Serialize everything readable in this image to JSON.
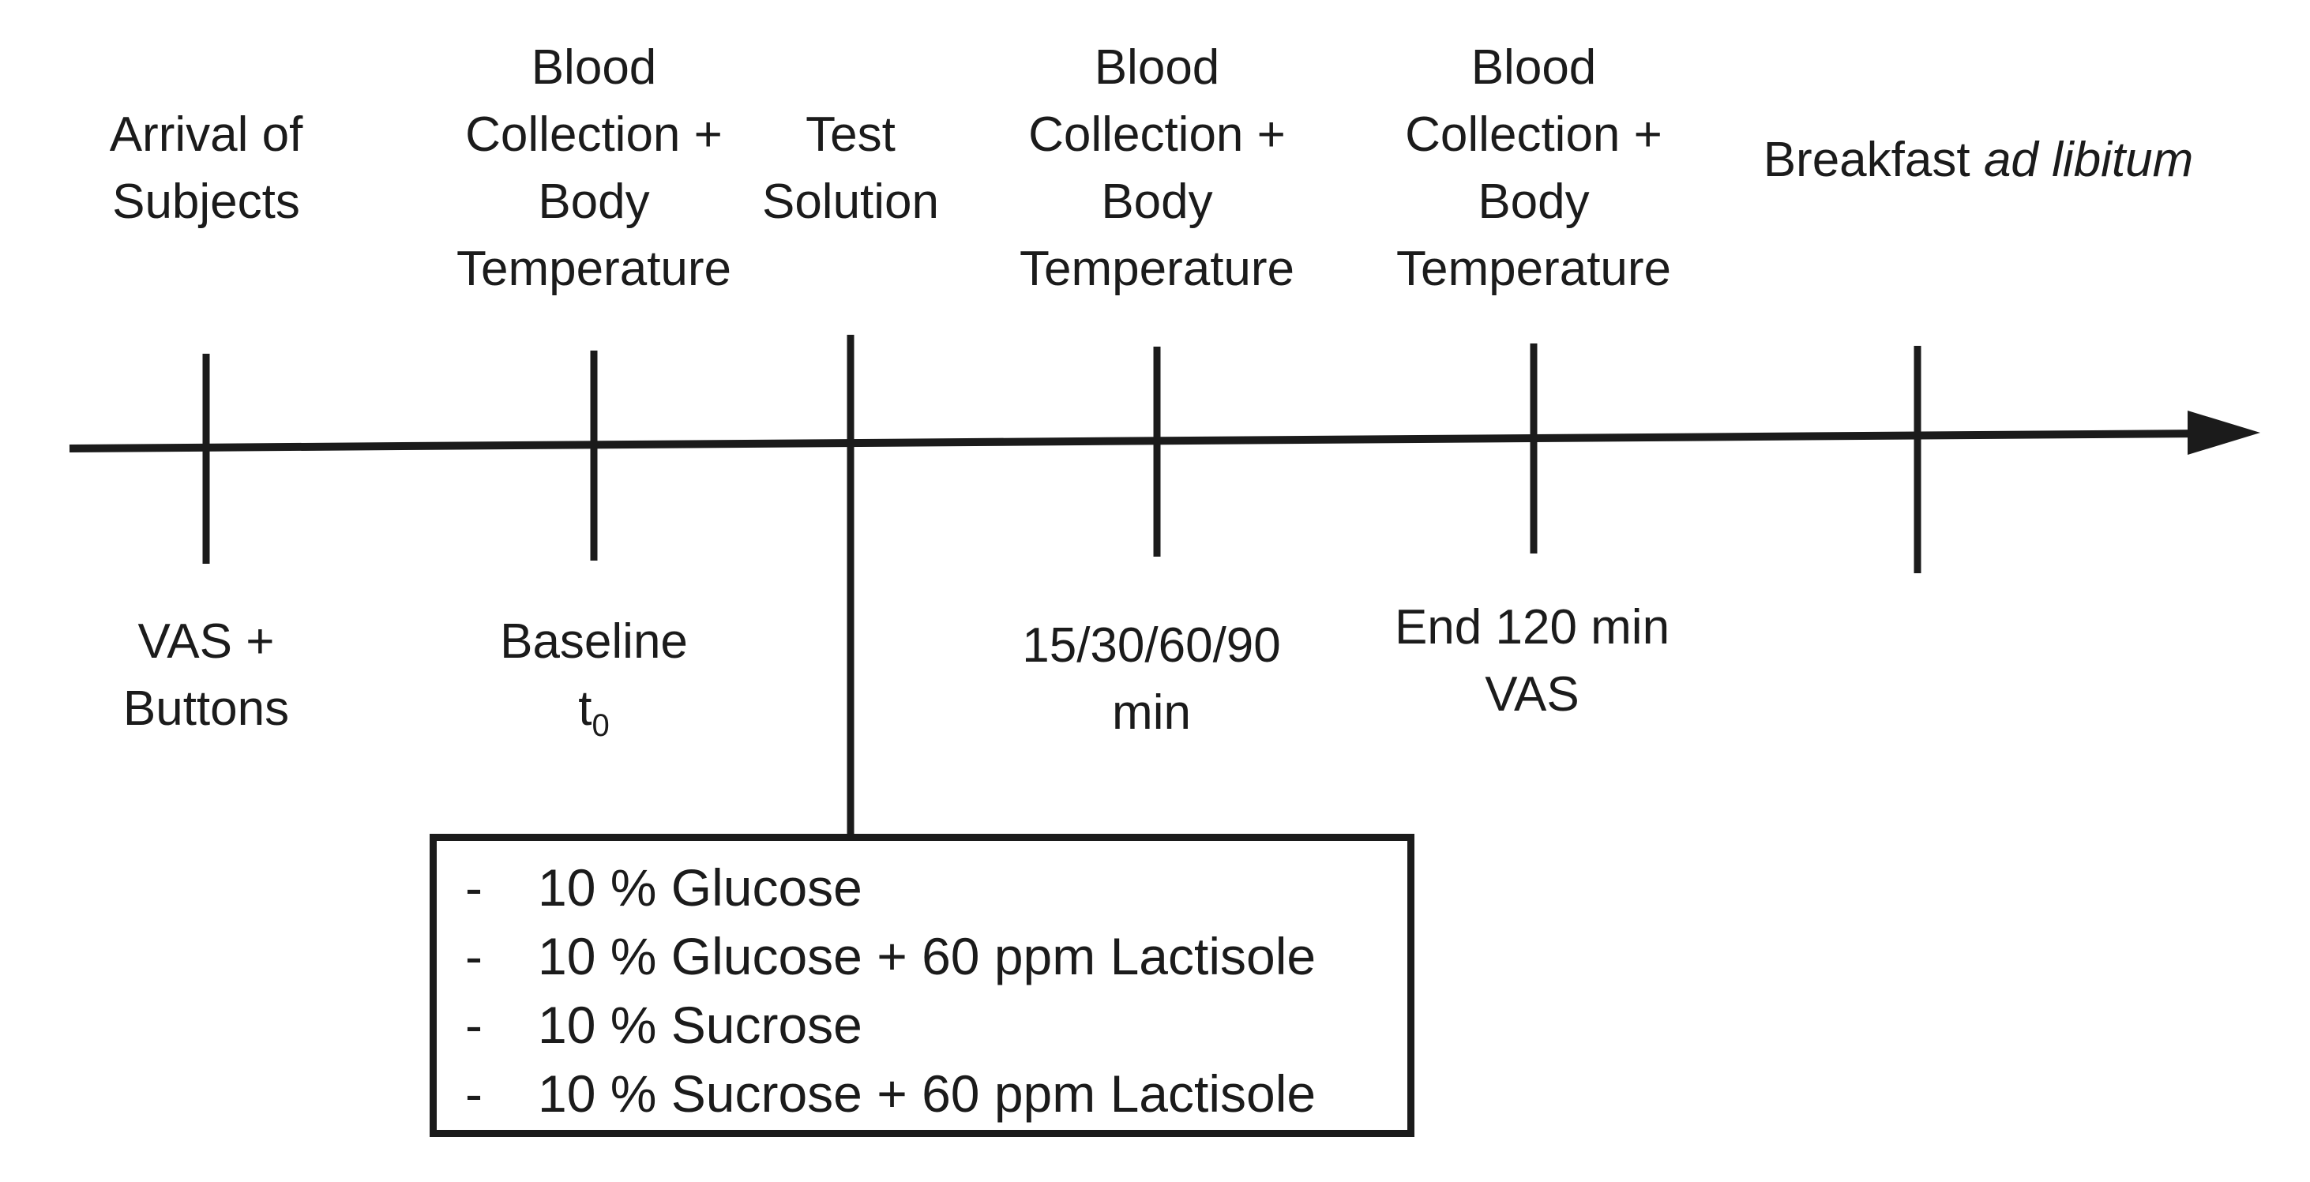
{
  "figure": {
    "type": "study-protocol-timeline",
    "background_color": "#ffffff",
    "ink_color": "#1b1b1b"
  },
  "timeline": {
    "direction": "left-to-right-arrow",
    "events": [
      {
        "top_lines": [
          "Arrival of",
          "Subjects"
        ],
        "bottom_lines": [
          "VAS +",
          "Buttons"
        ]
      },
      {
        "top_lines": [
          "Blood",
          "Collection +",
          "Body",
          "Temperature"
        ],
        "bottom_lines": [
          "Baseline"
        ],
        "time_base": "t",
        "time_sub": "0"
      },
      {
        "top_lines": [
          "Test",
          "Solution"
        ]
      },
      {
        "top_lines": [
          "Blood",
          "Collection +",
          "Body",
          "Temperature"
        ],
        "bottom_lines": [
          "15/30/60/90",
          "min"
        ]
      },
      {
        "top_lines": [
          "Blood",
          "Collection +",
          "Body",
          "Temperature"
        ],
        "bottom_lines": [
          "End 120 min",
          "VAS"
        ]
      },
      {
        "top_text": "Breakfast",
        "top_italic": "ad libitum"
      }
    ]
  },
  "solutions_box": {
    "bullet": "-",
    "items": [
      "10 % Glucose",
      "10 % Glucose + 60 ppm Lactisole",
      "10 % Sucrose",
      "10 % Sucrose + 60 ppm Lactisole"
    ]
  }
}
